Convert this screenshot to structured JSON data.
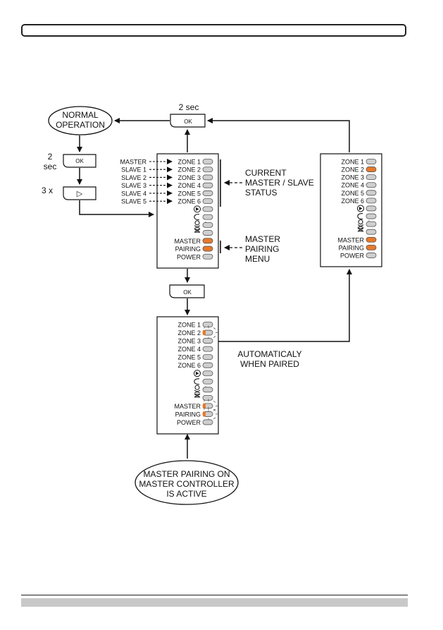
{
  "header": {
    "frame": ""
  },
  "flow": {
    "normal_operation": [
      "NORMAL",
      "OPERATION"
    ],
    "ok_label": "OK",
    "top_ok_time": "2 sec",
    "left_ok_time": [
      "2",
      "sec"
    ],
    "press_count": "3 x",
    "play_symbol": "▷",
    "current_status_label": [
      "CURRENT",
      "MASTER / SLAVE",
      "STATUS"
    ],
    "master_pairing_menu_label": [
      "MASTER",
      "PAIRING",
      "MENU"
    ],
    "auto_paired_label": [
      "AUTOMATICALY",
      "WHEN PAIRED"
    ],
    "master_controller_label": [
      "MASTER PAIRING ON",
      "MASTER CONTROLLER",
      "IS ACTIVE"
    ]
  },
  "side_labels": [
    "MASTER",
    "SLAVE 1",
    "SLAVE 2",
    "SLAVE 3",
    "SLAVE 4",
    "SLAVE 5"
  ],
  "zones": [
    "ZONE 1",
    "ZONE 2",
    "ZONE 3",
    "ZONE 4",
    "ZONE 5",
    "ZONE 6"
  ],
  "bottom_labels": [
    "MASTER",
    "PAIRING",
    "POWER"
  ],
  "symbols": {
    "plus": "+",
    "minus": "–"
  },
  "icons": [
    "heat-cool-icon",
    "humidity-icon",
    "fan-plus-icon",
    "fan-minus-icon"
  ],
  "panels": {
    "pairing_menu": {
      "lit": {
        "zones": [],
        "master": "orange",
        "pairing": "orange"
      }
    },
    "slave_status": {
      "lit": {
        "zones": [
          2
        ],
        "master": "orange",
        "pairing": "orange"
      }
    },
    "paired_blink": {
      "lit": {
        "zones": [
          2
        ],
        "master": "blink",
        "pairing": "blink"
      }
    }
  },
  "colors": {
    "led_off": "#cfcfcf",
    "led_orange": "#e8792a",
    "line": "#111111"
  }
}
